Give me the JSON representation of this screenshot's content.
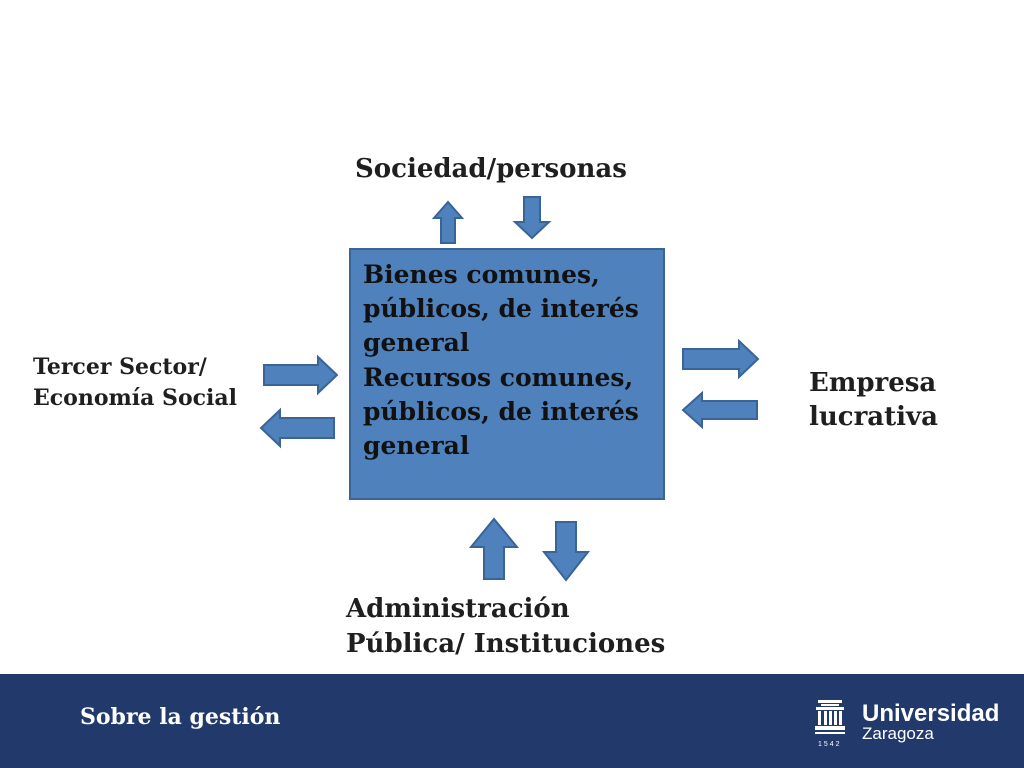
{
  "diagram": {
    "top_label": "Sociedad/personas",
    "left_label": [
      "Tercer Sector/",
      "Economía Social"
    ],
    "right_label": [
      "Empresa",
      "lucrativa"
    ],
    "bottom_label": [
      "Administración",
      "Pública/ Instituciones"
    ],
    "center_box": {
      "group1": [
        "Bienes comunes,",
        "públicos, de interés",
        "general"
      ],
      "group2": [
        "Recursos comunes,",
        "públicos, de interés",
        "general"
      ]
    },
    "colors": {
      "box_fill": "#4f81bd",
      "arrow_fill": "#4f81bd",
      "arrow_stroke": "#3a6396"
    }
  },
  "footer": {
    "title": "Sobre la gestión",
    "logo": {
      "name": "Universidad",
      "city": "Zaragoza",
      "year": "1542",
      "icon": "university-building-icon"
    },
    "color": "#223a6b"
  }
}
